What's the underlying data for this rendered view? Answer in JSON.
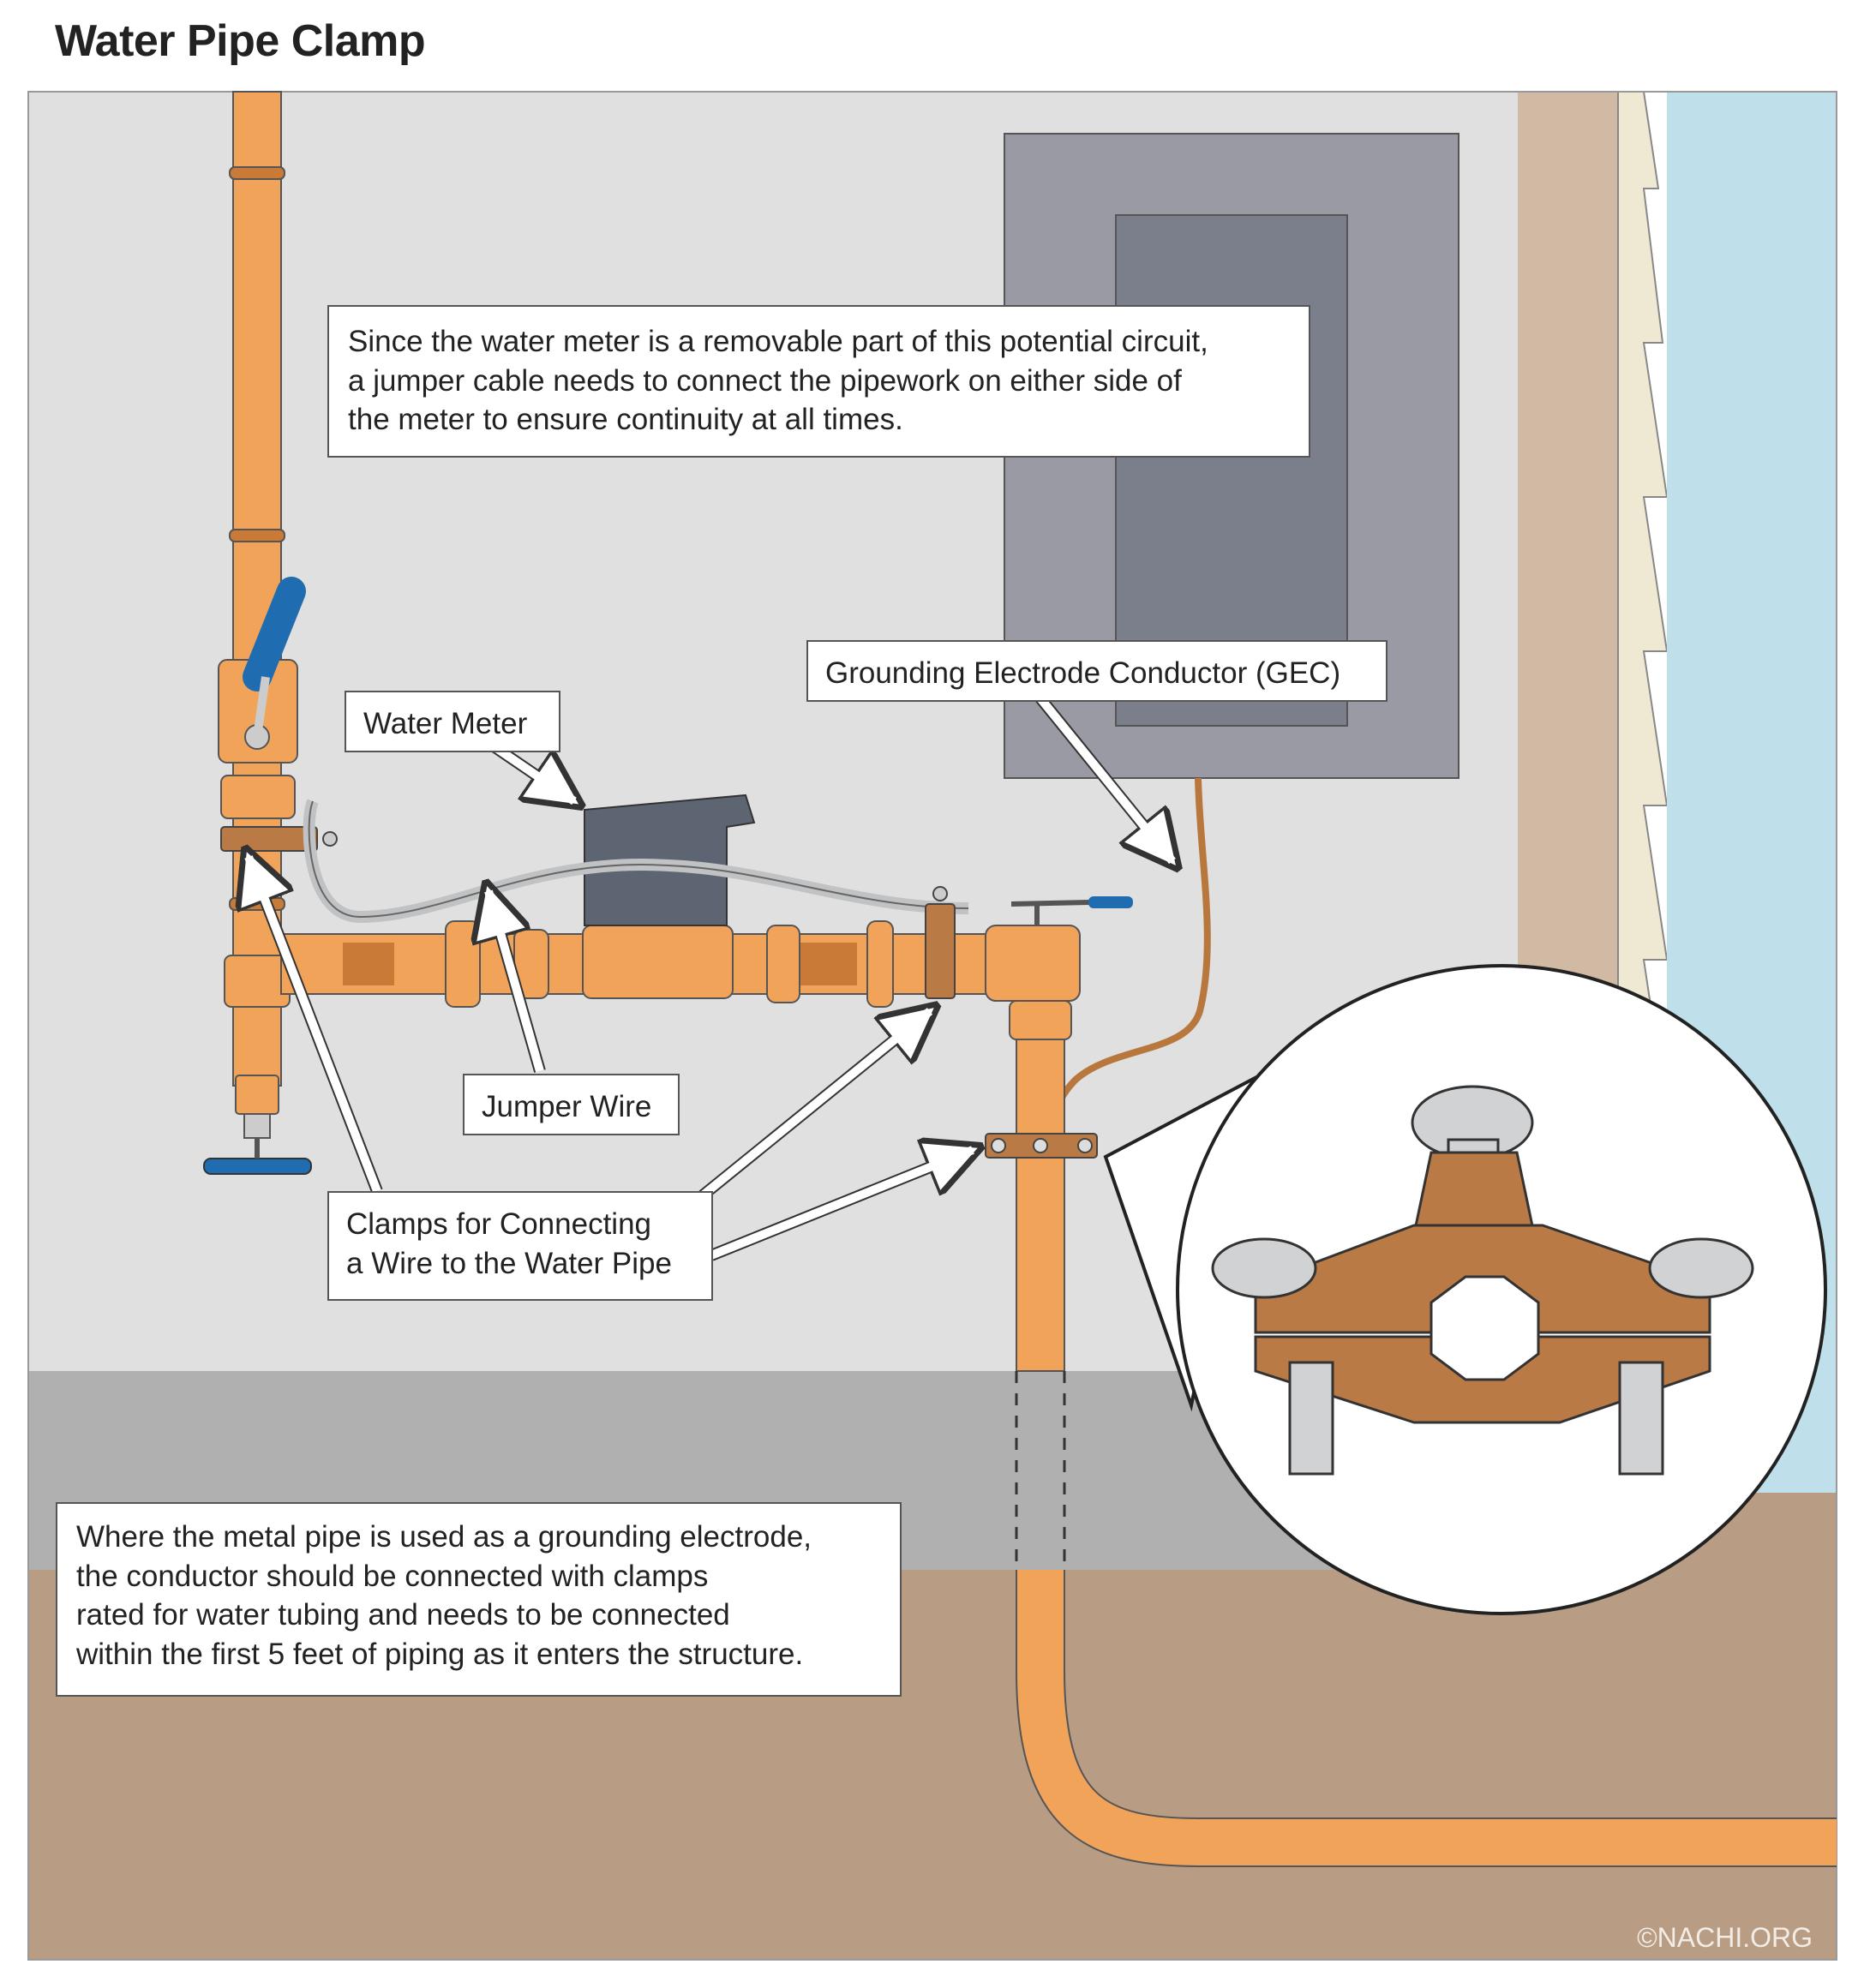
{
  "title": "Water Pipe Clamp",
  "callouts": {
    "meter_removable": "Since the water meter is a removable part of this potential circuit,\na jumper cable needs to connect the pipework on either side of\nthe meter to ensure continuity at all times.",
    "gec": "Grounding Electrode Conductor (GEC)",
    "water_meter": "Water Meter",
    "jumper_wire": "Jumper Wire",
    "clamps": "Clamps for Connecting\na Wire to the Water Pipe",
    "grounding_electrode": "Where the metal pipe is used as a grounding electrode,\nthe conductor should be connected with clamps\nrated for water tubing and needs to be connected\nwithin the first 5 feet of piping as it enters the structure."
  },
  "copyright": "©NACHI.ORG",
  "colors": {
    "wall": "#e0e0e0",
    "foundation": "#b0b0b1",
    "soil": "#b89c84",
    "siding": "#d0baa3",
    "sky": "#bfe0ea",
    "panel_outer": "#999aa3",
    "panel_inner": "#7a7f8b",
    "copper": "#f2a35a",
    "copper_dark": "#c97a36",
    "brass": "#ba7a45",
    "valve_blue": "#1f6cb0",
    "wire_gray": "#c0c2c4",
    "gec_wire": "#b8773d"
  }
}
